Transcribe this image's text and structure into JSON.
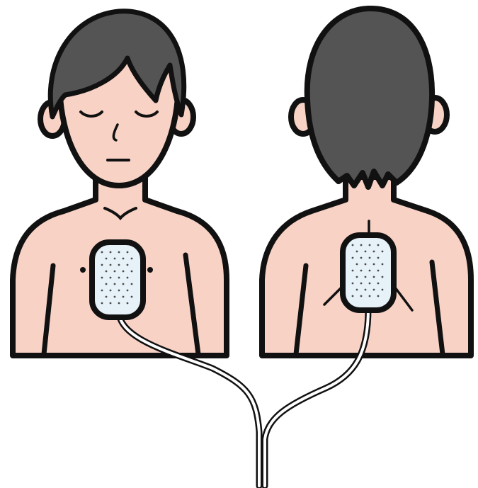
{
  "colors": {
    "skin": "#f8d2c5",
    "hair": "#545454",
    "outline": "#111111",
    "pad_fill": "#e6f1f8",
    "pad_dots": "#4a4a4a",
    "cable_fill": "#ffffff",
    "background": "#ffffff"
  },
  "figures": [
    {
      "name": "front-view",
      "pad": "anterior-chest-pad"
    },
    {
      "name": "back-view",
      "pad": "posterior-back-pad"
    }
  ],
  "icons": [
    "electrode-pad",
    "pad-cable"
  ]
}
